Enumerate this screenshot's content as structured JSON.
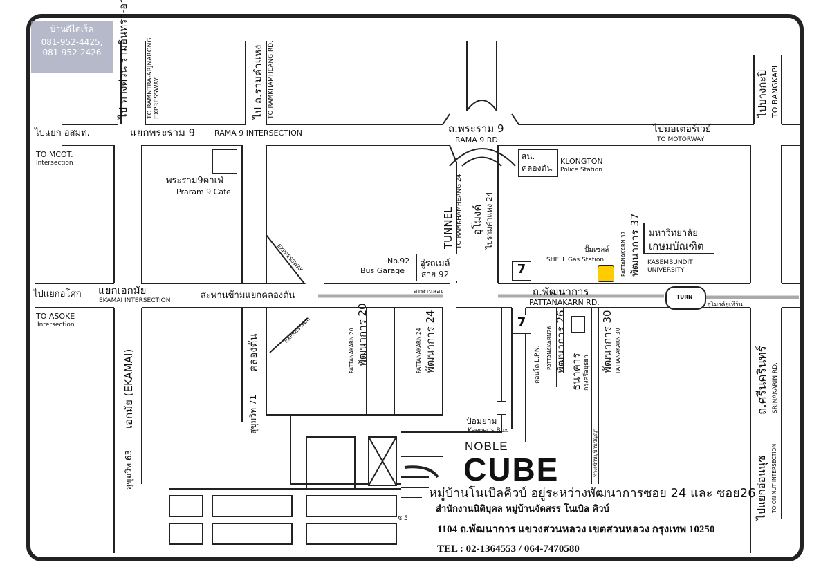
{
  "watermark": {
    "name": "บ้านดีไดเร็ค",
    "phones": "081-952-4425, 081-952-2426"
  },
  "roads": {
    "to_expressway_th": "ไป ทางด่วน รามอินทรา-อาจณรงค์",
    "to_expressway_en": "TO RAMNTRA-ARJNARONG EXPRESSWAY",
    "to_ramkhamheang_th": "ไป ถ.รามคำแหง",
    "to_ramkhamheang_en": "TO RAMKHAMHEANG RD.",
    "to_mcot_th": "ไปแยก อสมท.",
    "to_mcot_en": "TO MCOT.",
    "to_mcot_en2": "Intersection",
    "rama9_intersection_th": "แยกพระราม 9",
    "rama9_intersection_en": "RAMA 9 INTERSECTION",
    "rama9_rd_th": "ถ.พระราม 9",
    "rama9_rd_en": "RAMA 9 RD.",
    "to_motorway_th": "ไปมอเตอร์เวย์",
    "to_motorway_en": "TO MOTORWAY",
    "to_bangkapi_th": "ไปบางกะปิ",
    "to_bangkapi_en": "TO BANGKAPI",
    "to_asoke_th": "ไปแยกอโศก",
    "to_asoke_en": "TO ASOKE",
    "to_asoke_en2": "Intersection",
    "ekamai_intersection_th": "แยกเอกมัย",
    "ekamai_intersection_en": "EKAMAI INTERSECTION",
    "bridge_th": "สะพานข้ามแยกคลองตัน",
    "expressway": "EXPRESSWAY",
    "tunnel": "TUNNEL",
    "tunnel_en": "TO RAMKHAMHEANG 24",
    "utong_th": "อุโมงค์",
    "ram24_th": "ไปรามคำแหง 24",
    "saphan_loi": "สะพานลอย",
    "pattanakarn_th": "ถ.พัฒนาการ",
    "pattanakarn_en": "PATTANAKARN RD.",
    "u_turn_label": "อุโมงค์ยูเทิร์น",
    "u_turn": "TURN",
    "ekamai_th": "เอกมัย (EKAMAI)",
    "sukhumvit63": "สุขุมวิท 63",
    "khlongtan_th": "คลองตัน",
    "sukhumvit71": "สุขุมวิท 71",
    "p20_en": "PATTANAKARN 20",
    "p20_th": "พัฒนาการ 20",
    "p24_en": "PATTANAKARN 24",
    "p24_th": "พัฒนาการ 24",
    "p26_en": "PATTANAKARN26",
    "p26_th": "พัฒนาการ 26",
    "p30_en": "PATTANAKARN 30",
    "p30_th": "พัฒนาการ 30",
    "p37_en": "PATTANAKARN 37",
    "p37_th": "พัฒนาการ 37",
    "srinakarin_th": "ถ.ศรีนครินทร์",
    "srinakarin_en": "SRINAKARIN RD.",
    "to_onnut_th": "ไปแยกอ่อนนุช",
    "to_onnut_en": "TO ON NUT INTERSECTION",
    "soi5": "ซ.5"
  },
  "landmarks": {
    "cafe_th": "พระราม9คาเฟ่",
    "cafe_en": "Praram 9 Cafe",
    "police_th1": "สน.",
    "police_th2": "คลองตัน",
    "police_en1": "KLONGTON",
    "police_en2": "Police Station",
    "bus_en1": "No.92",
    "bus_en2": "Bus Garage",
    "bus_th1": "อู่รถเมล์",
    "bus_th2": "สาย 92",
    "shell_th": "ปั๊มเชลล์",
    "shell_en": "SHELL Gas Station",
    "univ_th1": "มหาวิทยาลัย",
    "univ_th2": "เกษมบัณฑิต",
    "univ_en1": "KASEMBUNDIT",
    "univ_en2": "UNIVERSITY",
    "seven_eleven": "7",
    "lpn": "คอนโด L.P.N.",
    "bank_th": "ธนาคาร",
    "bank_th2": "กรุงศรีอยุธยา",
    "panya": "ทางเข้าหมู่บ้านปัญญา",
    "guard_th": "ป้อมยาม",
    "guard_en": "Keeper's Box"
  },
  "logo": {
    "line1": "NOBLE",
    "line2": "CUBE"
  },
  "info": {
    "location": "หมู่บ้านโนเบิลคิวบ์ อยู่ระหว่างพัฒนาการซอย 24 และ ซอย26",
    "office": "สำนักงานนิติบุคล หมู่บ้านจัดสรร โนเบิล คิวบ์",
    "address": "1104 ถ.พัฒนาการ แขวงสวนหลวง เขตสวนหลวง กรุงเทพ 10250",
    "tel": "TEL : 02-1364553 / 064-7470580"
  }
}
